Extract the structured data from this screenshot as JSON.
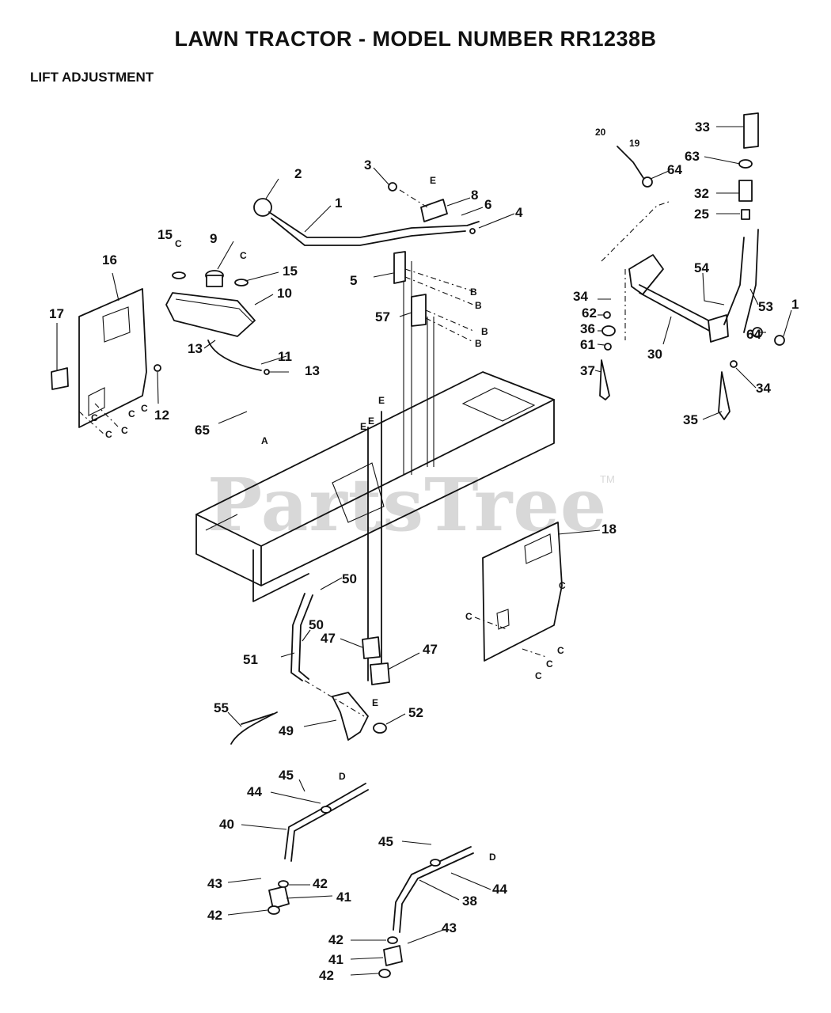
{
  "title": "LAWN TRACTOR - MODEL NUMBER RR1238B",
  "subtitle": "LIFT ADJUSTMENT",
  "watermark": "PartsTree",
  "watermark_tm": "TM",
  "callouts": {
    "c1": "1",
    "c2": "2",
    "c3": "3",
    "c4": "4",
    "c5": "5",
    "c6": "6",
    "c8": "8",
    "c9": "9",
    "c10": "10",
    "c11": "11",
    "c12": "12",
    "c13a": "13",
    "c13b": "13",
    "c15a": "15",
    "c15b": "15",
    "c16": "16",
    "c17": "17",
    "c18": "18",
    "c19": "19",
    "c20": "20",
    "c25": "25",
    "c30": "30",
    "c32": "32",
    "c33": "33",
    "c34a": "34",
    "c34b": "34",
    "c35": "35",
    "c36": "36",
    "c37": "37",
    "c38": "38",
    "c40": "40",
    "c41a": "41",
    "c41b": "41",
    "c42a": "42",
    "c42b": "42",
    "c42c": "42",
    "c42d": "42",
    "c43a": "43",
    "c43b": "43",
    "c44a": "44",
    "c44b": "44",
    "c45a": "45",
    "c45b": "45",
    "c47a": "47",
    "c47b": "47",
    "c49": "49",
    "c50a": "50",
    "c50b": "50",
    "c51": "51",
    "c52": "52",
    "c53": "53",
    "c54": "54",
    "c55": "55",
    "c57": "57",
    "c61": "61",
    "c62": "62",
    "c63": "63",
    "c64a": "64",
    "c64b": "64",
    "c65": "65",
    "c1edge": "1"
  },
  "refs": {
    "A": "A",
    "B": "B",
    "C": "C",
    "D": "D",
    "E": "E"
  }
}
